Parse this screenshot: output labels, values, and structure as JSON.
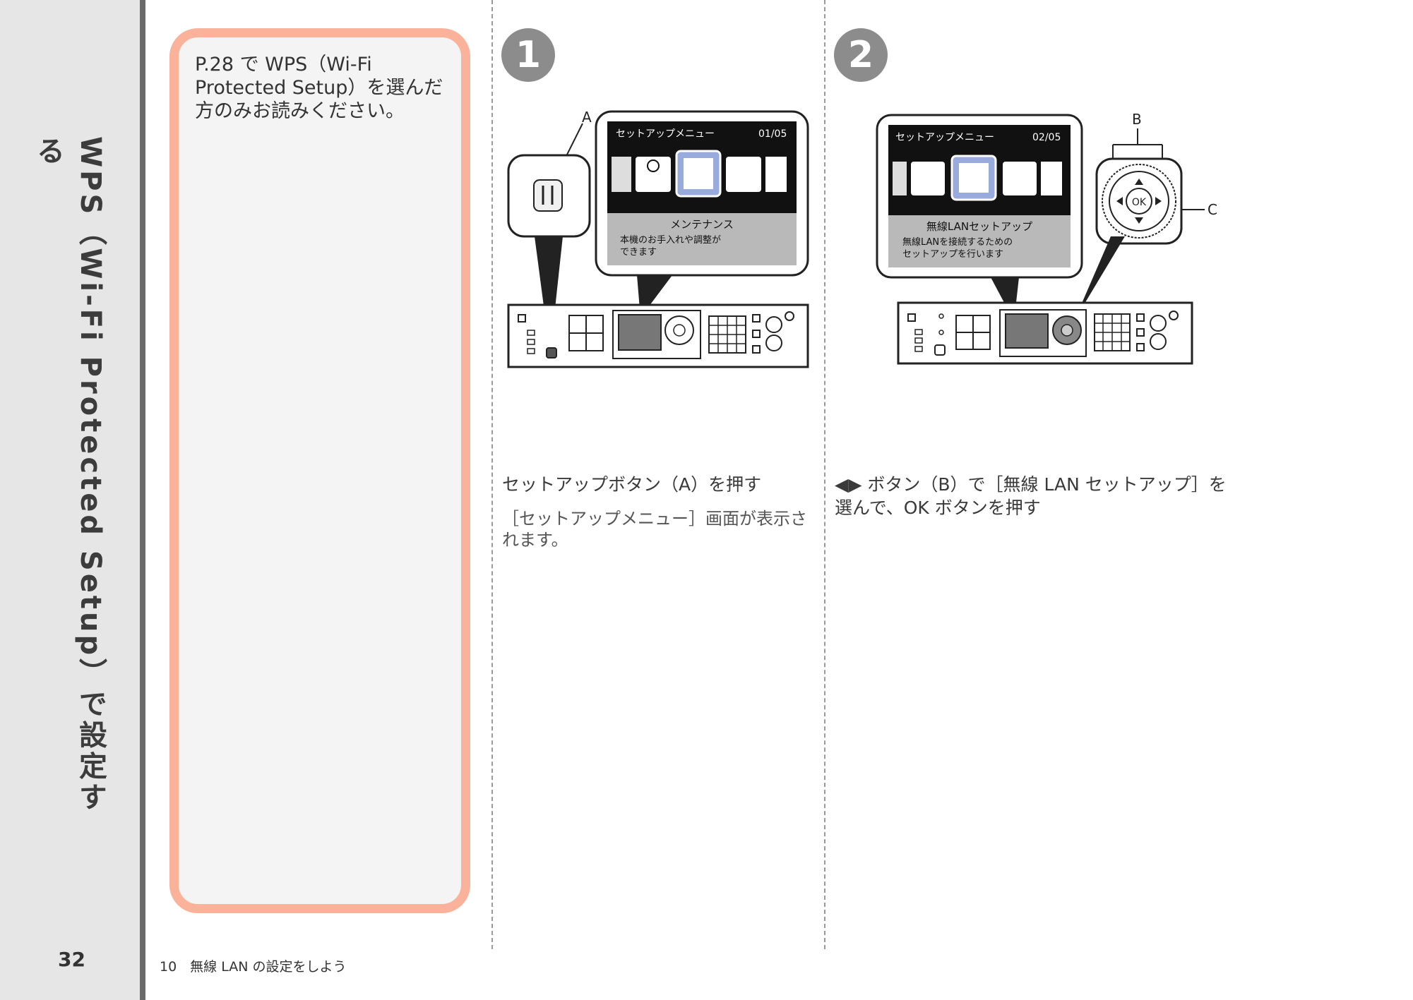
{
  "sidebar": {
    "title": "WPS（Wi-Fi Protected Setup）で設定する"
  },
  "page": {
    "number": "32",
    "footer_label": "10　無線 LAN の設定をしよう"
  },
  "note": {
    "text": "P.28 で WPS（Wi-Fi Protected Setup）を選んだ方のみお読みください。"
  },
  "steps": [
    {
      "number": "1",
      "heading": "セットアップボタン（A）を押す",
      "detail": "［セットアップメニュー］画面が表示されます。",
      "callout_label": "A",
      "screen": {
        "title": "セットアップメニュー",
        "page": "01/05",
        "item_name": "メンテナンス",
        "item_desc_1": "本機のお手入れや調整が",
        "item_desc_2": "できます"
      }
    },
    {
      "number": "2",
      "heading": "◀▶ ボタン（B）で［無線 LAN セットアップ］を選んで、OK ボタンを押す",
      "callout_label_b": "B",
      "callout_label_c": "C",
      "ok_label": "OK",
      "screen": {
        "title": "セットアップメニュー",
        "page": "02/05",
        "item_name": "無線LANセットアップ",
        "item_desc_1": "無線LANを接続するための",
        "item_desc_2": "セットアップを行います"
      }
    }
  ],
  "colors": {
    "note_border": "#fbb29a",
    "sidebar_bg": "#e6e6e6",
    "step_badge": "#8c8c8c"
  }
}
